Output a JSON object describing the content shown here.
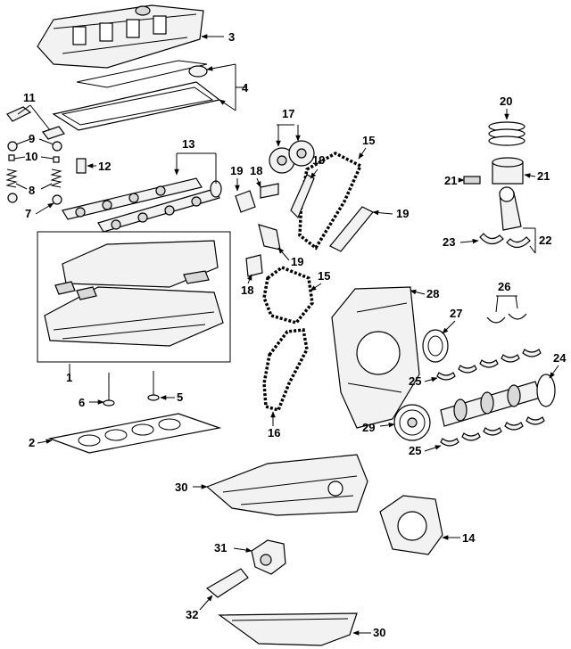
{
  "callouts": {
    "c1": "1",
    "c2": "2",
    "c3": "3",
    "c4": "4",
    "c5": "5",
    "c6": "6",
    "c7": "7",
    "c8": "8",
    "c9": "9",
    "c10": "10",
    "c11": "11",
    "c12": "12",
    "c13": "13",
    "c14": "14",
    "c15a": "15",
    "c15b": "15",
    "c16": "16",
    "c17": "17",
    "c18a": "18",
    "c18b": "18",
    "c19a": "19",
    "c19b": "19",
    "c19c": "19",
    "c19d": "19",
    "c20": "20",
    "c21a": "21",
    "c21b": "21",
    "c22": "22",
    "c23": "23",
    "c24": "24",
    "c25a": "25",
    "c25b": "25",
    "c26": "26",
    "c27": "27",
    "c28": "28",
    "c29": "29",
    "c30a": "30",
    "c30b": "30",
    "c31": "31",
    "c32": "32"
  },
  "colors": {
    "line": "#000000",
    "background": "#ffffff",
    "shade": "#d9d9d9"
  }
}
